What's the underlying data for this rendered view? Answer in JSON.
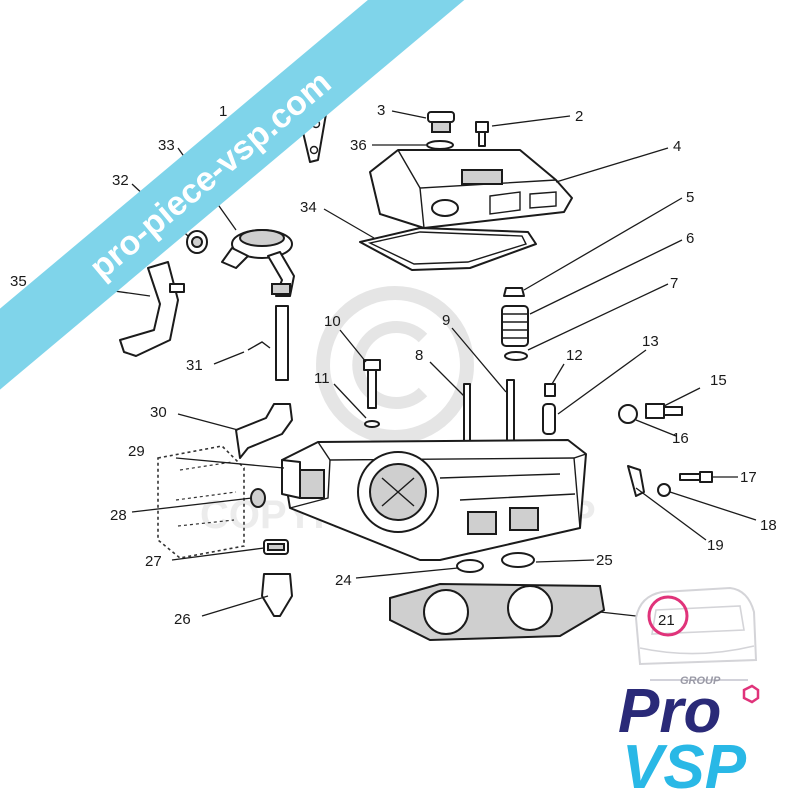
{
  "banner": {
    "text": "pro-piece-vsp.com",
    "color": "#7fd4ea"
  },
  "watermark": {
    "text": "COPYRIGHT ProVSP",
    "symbol": "©"
  },
  "logo": {
    "group": "GROUP",
    "pro": "Pro",
    "vsp": "VSP",
    "pink": "#e0337a",
    "navy": "#2a2a78",
    "cyan": "#29b8e6"
  },
  "callouts": [
    "1",
    "2",
    "3",
    "4",
    "5",
    "6",
    "7",
    "8",
    "9",
    "10",
    "11",
    "12",
    "13",
    "15",
    "16",
    "17",
    "18",
    "19",
    "21",
    "24",
    "25",
    "26",
    "27",
    "28",
    "29",
    "30",
    "31",
    "32",
    "33",
    "34",
    "35",
    "36"
  ]
}
